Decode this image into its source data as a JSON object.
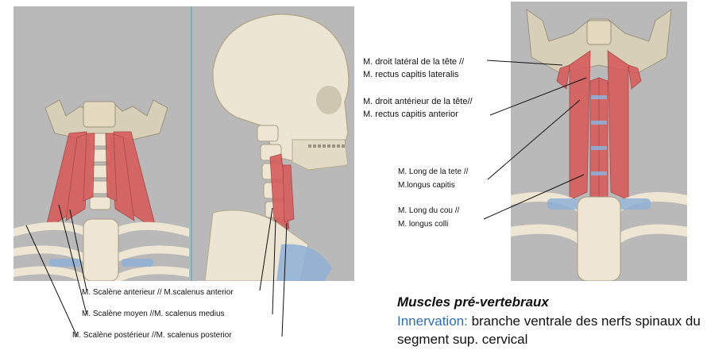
{
  "panels": {
    "front_view": "anterior-neck-muscles-front",
    "lateral_view": "skull-neck-lateral",
    "right_view": "prevertebral-muscles-front"
  },
  "labels": {
    "rectus_lateralis_fr": "M. droit latéral de la tête //",
    "rectus_lateralis_la": "M. rectus capitis lateralis",
    "rectus_anterior_fr": "M. droit antérieur  de la tête//",
    "rectus_anterior_la": "M.  rectus capitis anterior",
    "longus_capitis_fr": "M. Long de la tete //",
    "longus_capitis_la": "M.longus capitis",
    "longus_colli_fr": "M. Long du cou //",
    "longus_colli_la": "M.  longus colli",
    "scalene_anterior": "M. Scalène anterieur // M.scalenus anterior",
    "scalene_medius": "M. Scalène moyen //M. scalenus medius",
    "scalene_posterior": "M. Scalène  postérieur //M. scalenus posterior"
  },
  "caption": {
    "title": "Muscles pré-vertebraux",
    "innervation_key": "Innervation:",
    "innervation_text": " branche ventrale des nerfs spinaux du segment sup. cervical"
  },
  "colors": {
    "panel_bg": "#b9b9b9",
    "bone": "#e8e1cf",
    "muscle": "#d65c5c",
    "cartilage": "#8fb0d6",
    "divider": "#55b9c4",
    "accent": "#2f6fb5"
  }
}
